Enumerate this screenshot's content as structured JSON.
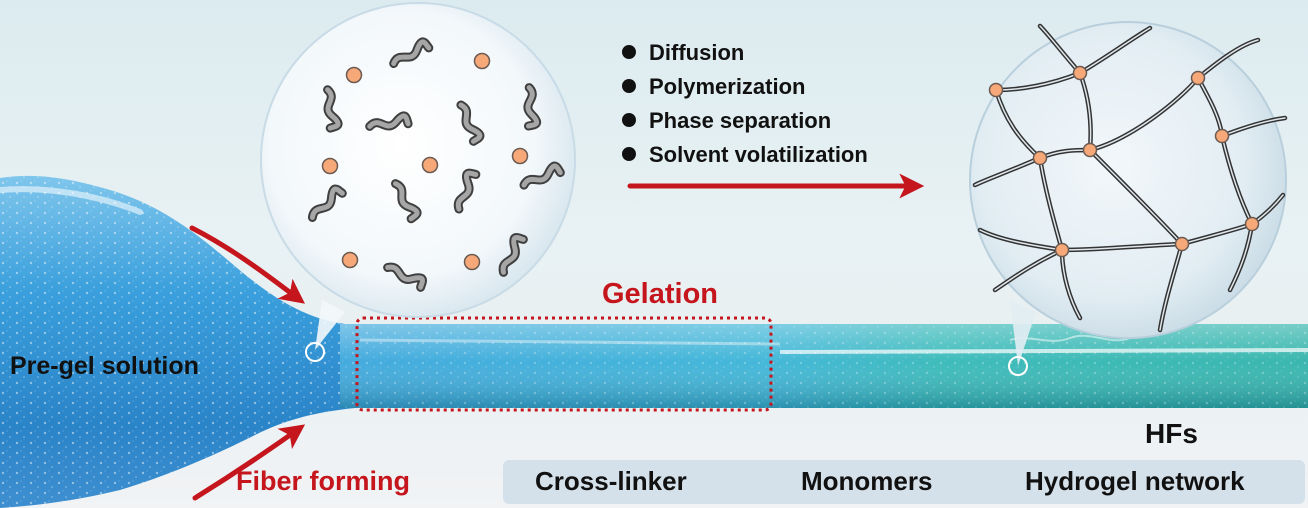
{
  "labels": {
    "pre_gel_solution": "Pre-gel solution",
    "gelation": "Gelation",
    "fiber_forming": "Fiber forming",
    "hfs": "HFs"
  },
  "process_steps": [
    "Diffusion",
    "Polymerization",
    "Phase separation",
    "Solvent volatilization"
  ],
  "legend": {
    "cross_linker": "Cross-linker",
    "monomers": "Monomers",
    "hydrogel_network": "Hydrogel network"
  },
  "colors": {
    "accent_red": "#c4161c",
    "cross_linker_fill": "#f6a878",
    "monomer_fill": "#a6a6a6",
    "fiber_blue": "#3aa0d8",
    "fiber_teal": "#2fb5ae"
  }
}
